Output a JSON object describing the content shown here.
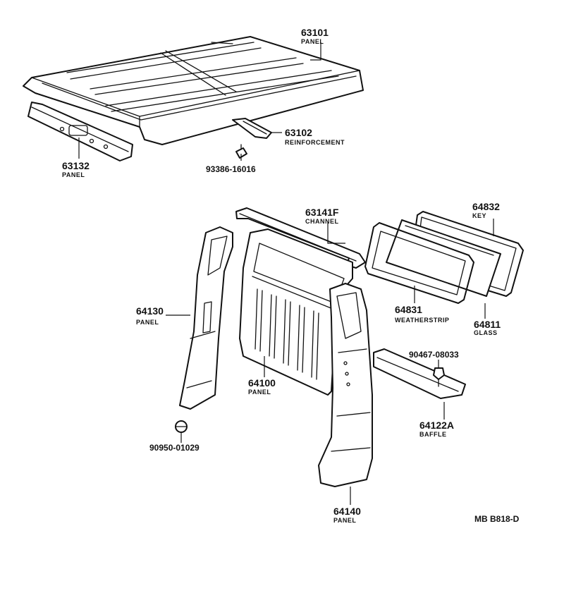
{
  "parts": [
    {
      "id": "p63101",
      "number": "63101",
      "name": "PANEL"
    },
    {
      "id": "p63102",
      "number": "63102",
      "name": "REINFORCEMENT"
    },
    {
      "id": "p63132",
      "number": "63132",
      "name": "PANEL"
    },
    {
      "id": "p93386",
      "number": "93386-16016",
      "name": ""
    },
    {
      "id": "p63141F",
      "number": "63141F",
      "name": "CHANNEL"
    },
    {
      "id": "p64832",
      "number": "64832",
      "name": "KEY"
    },
    {
      "id": "p64130",
      "number": "64130",
      "name": "PANEL"
    },
    {
      "id": "p64831",
      "number": "64831",
      "name": "WEATHERSTRIP"
    },
    {
      "id": "p64811",
      "number": "64811",
      "name": "GLASS"
    },
    {
      "id": "p90467",
      "number": "90467-08033",
      "name": ""
    },
    {
      "id": "p64100",
      "number": "64100",
      "name": "PANEL"
    },
    {
      "id": "p64122A",
      "number": "64122A",
      "name": "BAFFLE"
    },
    {
      "id": "p90950",
      "number": "90950-01029",
      "name": ""
    },
    {
      "id": "p64140",
      "number": "64140",
      "name": "PANEL"
    }
  ],
  "figure_code": "MB B818-D"
}
